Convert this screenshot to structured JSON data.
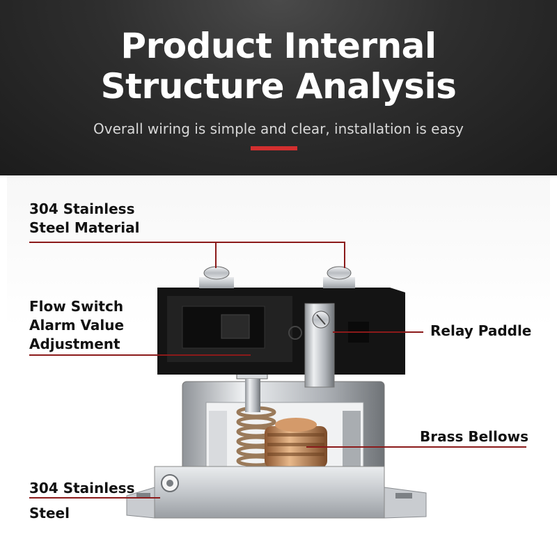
{
  "header": {
    "title_line1": "Product Internal",
    "title_line2": "Structure Analysis",
    "subtitle": "Overall wiring is simple and clear, installation is easy",
    "accent_color": "#d32f2f"
  },
  "labels": {
    "steel_material_1": "304 Stainless",
    "steel_material_2": "Steel Material",
    "flow_switch_1": "Flow Switch",
    "flow_switch_2": "Alarm Value",
    "flow_switch_3": "Adjustment",
    "relay_paddle": "Relay Paddle",
    "brass_bellows": "Brass Bellows",
    "steel_1": "304 Stainless",
    "steel_2": "Steel"
  },
  "colors": {
    "leader_line": "#8b1a1a",
    "relay_body": "#1a1a1a",
    "brass": "#c8895a",
    "steel": "#c9ccd0"
  }
}
